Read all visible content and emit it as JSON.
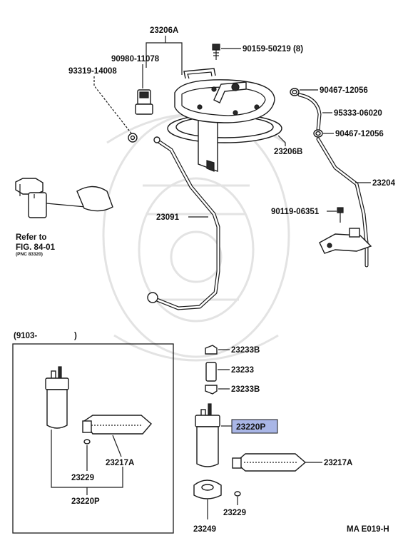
{
  "diagram": {
    "labels": {
      "p23206A": "23206A",
      "p90159": "90159-50219 (8)",
      "p90980": "90980-11078",
      "p93319": "93319-14008",
      "p90467a": "90467-12056",
      "p95333": "95333-06020",
      "p90467b": "90467-12056",
      "p23206B": "23206B",
      "p23204": "23204",
      "p90119": "90119-06351",
      "p23091": "23091",
      "refer1": "Refer to",
      "refer2": "FIG. 84-01",
      "refer3": "(PNC 83320)",
      "range": "(9103-",
      "rangeClose": ")",
      "p23233B_top": "23233B",
      "p23233": "23233",
      "p23233B_bot": "23233B",
      "p23220P_hl": "23220P",
      "p23217A_right": "23217A",
      "p23229_right": "23229",
      "p23249": "23249",
      "p23217A_left": "23217A",
      "p23229_left": "23229",
      "p23220P_left": "23220P",
      "figure_code": "MA E019-H"
    },
    "highlight_color": "#a9b6e6"
  }
}
